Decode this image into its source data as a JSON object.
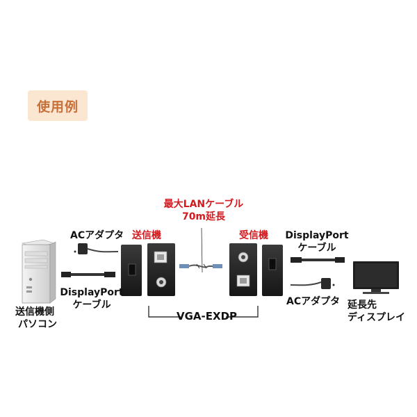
{
  "section": {
    "badge": "使用例"
  },
  "labels": {
    "lan_cable_line1": "最大LANケーブル",
    "lan_cable_line2": "70m延長",
    "transmitter": "送信機",
    "receiver": "受信機",
    "ac_adapter_left": "ACアダプタ",
    "ac_adapter_right": "ACアダプタ",
    "dp_cable_left_line1": "DisplayPort",
    "dp_cable_left_line2": "ケーブル",
    "dp_cable_right_line1": "DisplayPort",
    "dp_cable_right_line2": "ケーブル",
    "pc_line1": "送信機側",
    "pc_line2": "パソコン",
    "display_line1": "延長先",
    "display_line2": "ディスプレイ",
    "model": "VGA-EXDP"
  },
  "colors": {
    "accent_red": "#d21a1f",
    "badge_bg": "#fbe6d2",
    "badge_text": "#c8703a"
  }
}
